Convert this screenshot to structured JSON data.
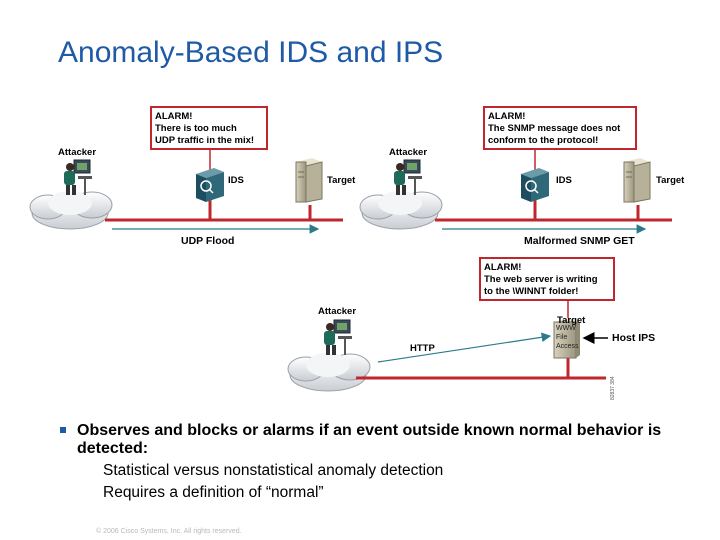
{
  "title": "Anomaly-Based IDS and IPS",
  "diagram": {
    "left": {
      "alarm_lines": [
        "ALARM!",
        "There is too much",
        "UDP traffic in the mix!"
      ],
      "attacker": "Attacker",
      "ids": "IDS",
      "target": "Target",
      "flow": "UDP Flood"
    },
    "right": {
      "alarm_lines": [
        "ALARM!",
        "The SNMP message does not",
        "conform  to the protocol!"
      ],
      "attacker": "Attacker",
      "ids": "IDS",
      "target": "Target",
      "flow": "Malformed SNMP GET"
    },
    "bottom": {
      "alarm_lines": [
        "ALARM!",
        "The web server is writing",
        "to the \\WINNT folder!"
      ],
      "attacker": "Attacker",
      "target": "Target",
      "flow": "HTTP",
      "host_ips": "Host IPS",
      "server_lines": [
        "WWW",
        "File",
        "Access"
      ],
      "figure_id": "82837 384"
    }
  },
  "bullets": {
    "main": "Observes and blocks or alarms if an event outside known normal behavior is detected:",
    "subs": [
      "Statistical versus nonstatistical anomaly detection",
      "Requires a definition of “normal”"
    ]
  },
  "footer": "© 2006 Cisco Systems, Inc. All rights reserved."
}
